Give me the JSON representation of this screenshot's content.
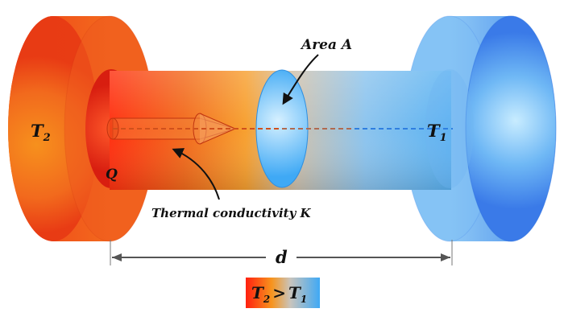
{
  "labels": {
    "hot_temp": "T",
    "hot_temp_sub": "2",
    "cold_temp": "T",
    "cold_temp_sub": "1",
    "heat": "Q",
    "area": "Area A",
    "conductivity": "Thermal conductivity K",
    "distance": "d",
    "legend_t_hot": "T",
    "legend_t_hot_sub": "2",
    "legend_gt": ">",
    "legend_t_cold": "T",
    "legend_t_cold_sub": "1"
  },
  "colors": {
    "hot": "#ff3a10",
    "hot_mid": "#f7941d",
    "neutral": "#c9c4bc",
    "cold": "#3fa9f5",
    "cold_dark": "#2b6fe0",
    "axis_hot": "#e05a1a",
    "axis_cold": "#2f7fe0",
    "dimension": "#555555"
  }
}
